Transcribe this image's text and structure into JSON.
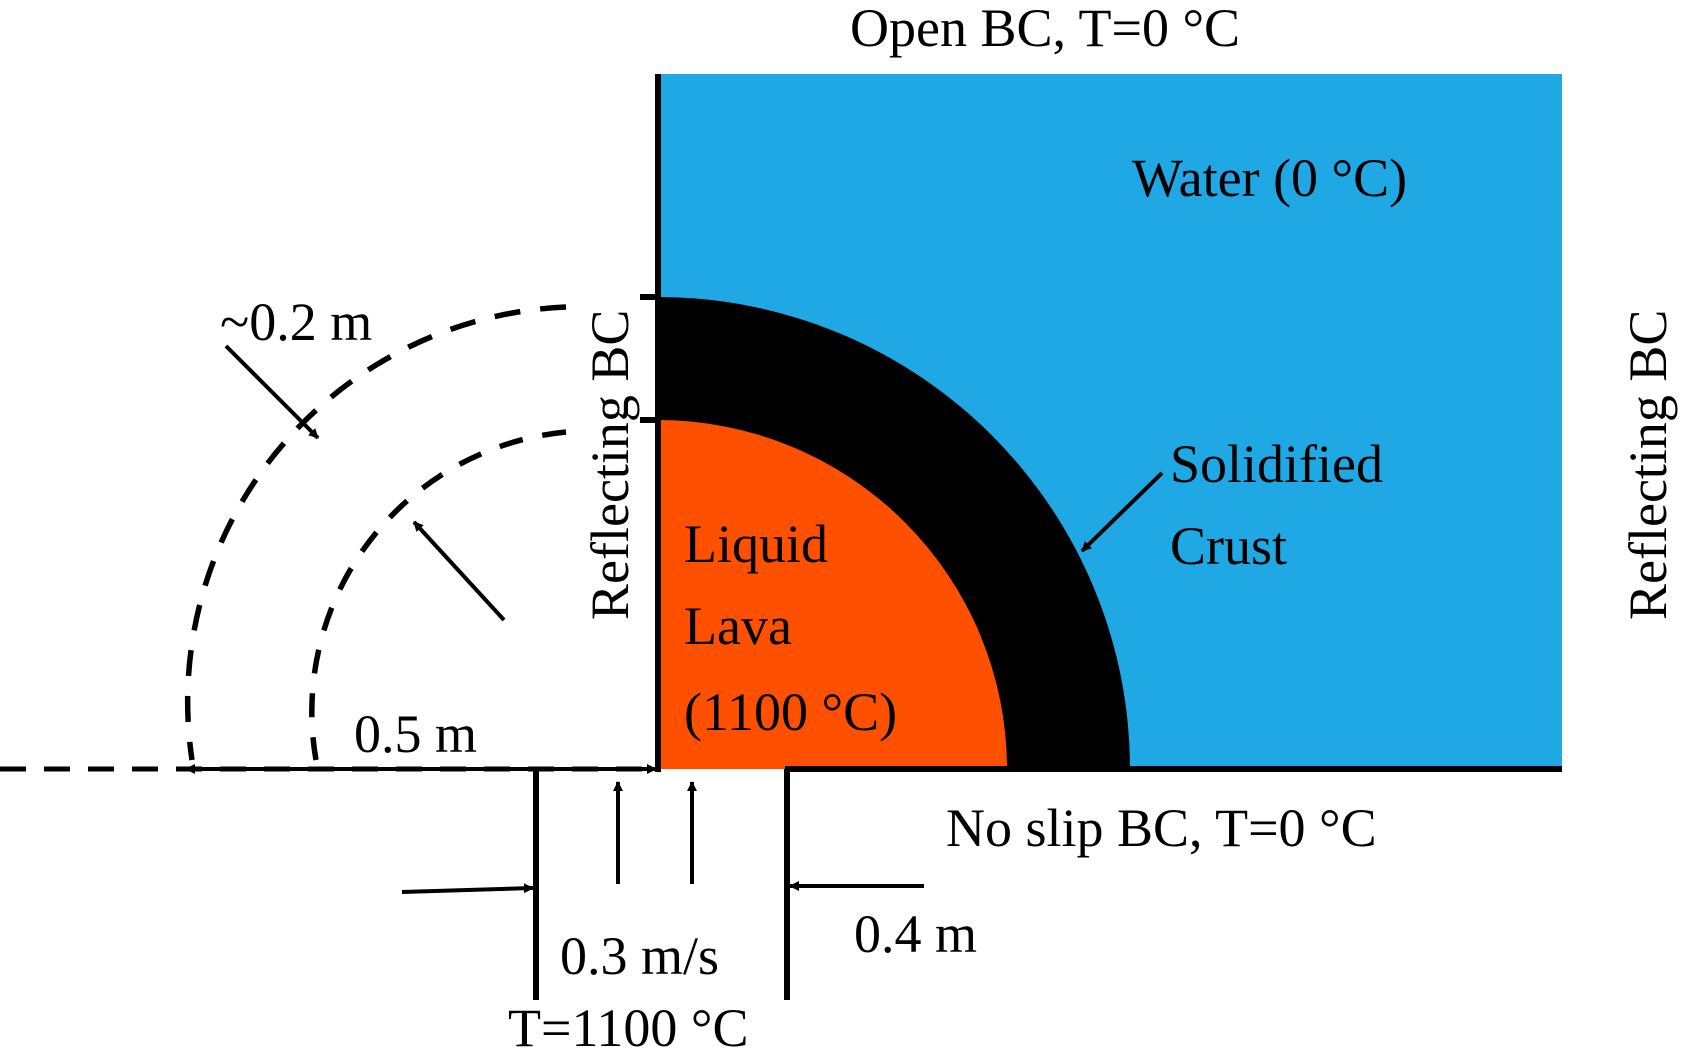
{
  "colors": {
    "water": "#1fa8e3",
    "crust": "#000000",
    "lava": "#ff5000",
    "line": "#000000",
    "background": "#ffffff"
  },
  "labels": {
    "top_boundary": "Open BC, T=0 °C",
    "water": "Water (0 °C)",
    "left_boundary": "Reflecting BC",
    "right_boundary": "Reflecting BC",
    "crust_line1": "Solidified",
    "crust_line2": "Crust",
    "lava_line1": "Liquid",
    "lava_line2": "Lava",
    "lava_line3": "(1100 °C)",
    "crust_thickness": "~0.2 m",
    "radius": "0.5 m",
    "bottom_boundary": "No slip BC, T=0 °C",
    "inlet_width": "0.4 m",
    "inlet_velocity": "0.3 m/s",
    "inlet_temperature": "T=1100 °C"
  }
}
